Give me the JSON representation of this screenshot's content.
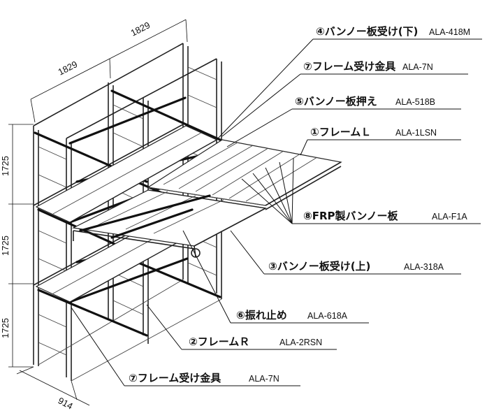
{
  "labels": [
    {
      "name": "④バンノー板受け(下)",
      "code": "ALA-418M"
    },
    {
      "name": "⑦フレーム受け金具",
      "code": "ALA-7N"
    },
    {
      "name": "⑤バンノー板押え",
      "code": "ALA-518B"
    },
    {
      "name": "①フレームＬ",
      "code": "ALA-1LSN"
    },
    {
      "name": "⑧FRP製バンノー板",
      "code": "ALA-F1A"
    },
    {
      "name": "③バンノー板受け(上)",
      "code": "ALA-318A"
    },
    {
      "name": "⑥振れ止め",
      "code": "ALA-618A"
    },
    {
      "name": "②フレームＲ",
      "code": "ALA-2RSN"
    },
    {
      "name": "⑦フレーム受け金具",
      "code": "ALA-7N"
    }
  ],
  "dimensions": {
    "span_1": "1829",
    "span_2": "1829",
    "height_1": "1725",
    "height_2": "1725",
    "height_3": "1725",
    "depth": "914"
  }
}
